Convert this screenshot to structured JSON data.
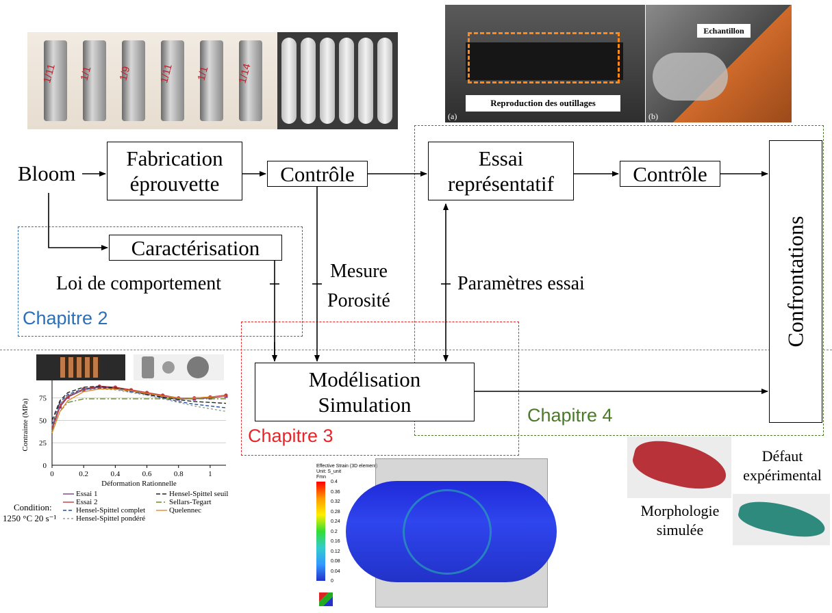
{
  "flow": {
    "bloom": "Bloom",
    "fabrication": [
      "Fabrication",
      "éprouvette"
    ],
    "controle1": "Contrôle",
    "essai": [
      "Essai",
      "représentatif"
    ],
    "controle2": "Contrôle",
    "caracterisation": "Caractérisation",
    "modelisation": [
      "Modélisation",
      "Simulation"
    ],
    "confrontations": "Confrontations",
    "loi": "Loi de comportement",
    "mesure": [
      "Mesure",
      "Porosité"
    ],
    "parametres": "Paramètres essai"
  },
  "chapters": {
    "ch2": "Chapitre 2",
    "ch3": "Chapitre 3",
    "ch4": "Chapitre 4",
    "colors": {
      "ch2": "#2a6fb8",
      "ch3": "#e8262a",
      "ch4": "#4a7a2a"
    }
  },
  "photos": {
    "tooling_label": "Reproduction des outillages",
    "sample_label": "Echantillon",
    "panel_a": "(a)",
    "panel_b": "(b)",
    "specimen_labels": [
      "1/11",
      "1/1",
      "1/9",
      "1/11",
      "1/1",
      "1/14"
    ]
  },
  "defect": {
    "exp": [
      "Défaut",
      "expérimental"
    ],
    "sim": [
      "Morphologie",
      "simulée"
    ]
  },
  "sim_legend": {
    "title": [
      "Effective Strain (3D element)",
      "Unit: S_unit",
      "Fmn"
    ],
    "ticks": [
      "0.4",
      "0.36",
      "0.32",
      "0.28",
      "0.24",
      "0.2",
      "0.16",
      "0.12",
      "0.08",
      "0.04",
      "0"
    ]
  },
  "chart_data": {
    "type": "line",
    "title": "",
    "xlabel": "Déformation Rationnelle",
    "ylabel": "Contrainte (MPa)",
    "xlim": [
      0,
      1.1
    ],
    "ylim": [
      0,
      90
    ],
    "xticks": [
      "0",
      "0.2",
      "0.4",
      "0.6",
      "0.8",
      "1"
    ],
    "yticks": [
      "0",
      "25",
      "50",
      "75"
    ],
    "condition": [
      "Condition:",
      "1250 °C 20 s⁻¹"
    ],
    "series": [
      {
        "name": "Essai 1",
        "color": "#7a3a8a",
        "dash": "",
        "marker": "square",
        "x": [
          0,
          0.05,
          0.1,
          0.2,
          0.3,
          0.4,
          0.5,
          0.6,
          0.7,
          0.8,
          0.9,
          1.0,
          1.1
        ],
        "y": [
          40,
          65,
          76,
          84,
          87,
          86,
          83,
          80,
          77,
          74,
          74,
          75,
          77
        ]
      },
      {
        "name": "Essai 2",
        "color": "#c03a3a",
        "dash": "",
        "marker": "circle",
        "x": [
          0,
          0.05,
          0.1,
          0.2,
          0.3,
          0.4,
          0.5,
          0.6,
          0.7,
          0.8,
          0.9,
          1.0,
          1.1
        ],
        "y": [
          42,
          67,
          77,
          85,
          88,
          87,
          84,
          81,
          78,
          75,
          75,
          76,
          78
        ]
      },
      {
        "name": "Hensel-Spittel complet",
        "color": "#1f4f9f",
        "dash": "5,3",
        "marker": "",
        "x": [
          0,
          0.05,
          0.1,
          0.2,
          0.3,
          0.4,
          0.5,
          0.6,
          0.7,
          0.8,
          0.9,
          1.0,
          1.1
        ],
        "y": [
          45,
          70,
          79,
          85,
          86,
          85,
          82,
          79,
          75,
          71,
          68,
          66,
          64
        ]
      },
      {
        "name": "Hensel-Spittel pondéré",
        "color": "#9a9a9a",
        "dash": "3,3",
        "marker": "",
        "x": [
          0,
          0.05,
          0.1,
          0.2,
          0.3,
          0.4,
          0.5,
          0.6,
          0.7,
          0.8,
          0.9,
          1.0,
          1.1
        ],
        "y": [
          44,
          68,
          78,
          84,
          85,
          84,
          81,
          78,
          74,
          70,
          66,
          63,
          60
        ]
      },
      {
        "name": "Hensel-Spittel seuil",
        "color": "#222222",
        "dash": "6,3",
        "marker": "",
        "x": [
          0,
          0.05,
          0.1,
          0.2,
          0.3,
          0.4,
          0.5,
          0.6,
          0.7,
          0.8,
          0.9,
          1.0,
          1.1
        ],
        "y": [
          50,
          72,
          81,
          87,
          88,
          86,
          83,
          79,
          76,
          73,
          71,
          70,
          69
        ]
      },
      {
        "name": "Sellars-Tegart",
        "color": "#6a8a2a",
        "dash": "8,3,2,3",
        "marker": "",
        "x": [
          0,
          0.05,
          0.1,
          0.2,
          0.3,
          0.4,
          0.5,
          0.6,
          0.7,
          0.8,
          0.9,
          1.0,
          1.1
        ],
        "y": [
          38,
          60,
          70,
          74,
          74,
          74,
          74,
          74,
          74,
          74,
          74,
          74,
          74
        ]
      },
      {
        "name": "Quelennec",
        "color": "#e08a2a",
        "dash": "",
        "marker": "",
        "x": [
          0,
          0.05,
          0.1,
          0.2,
          0.3,
          0.4,
          0.5,
          0.6,
          0.7,
          0.8,
          0.9,
          1.0,
          1.1
        ],
        "y": [
          36,
          60,
          72,
          82,
          85,
          85,
          83,
          80,
          77,
          75,
          75,
          76,
          77
        ]
      }
    ]
  }
}
